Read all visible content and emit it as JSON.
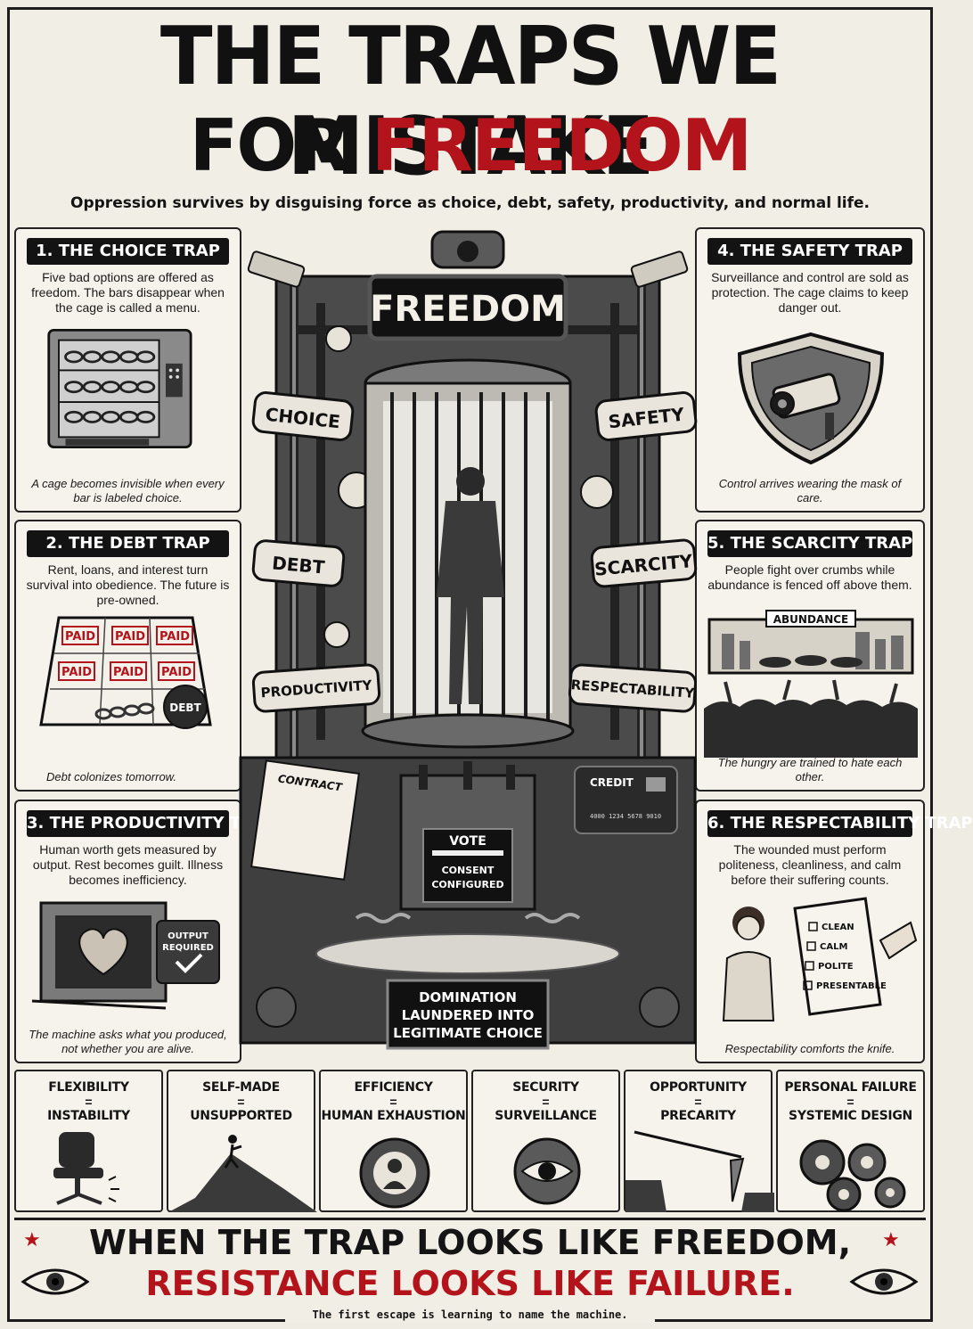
{
  "title": {
    "line1": "THE TRAPS WE MISTAKE",
    "line2_prefix": "FOR",
    "line2_highlight": "FREEDOM"
  },
  "subtitle": "Oppression survives by disguising force as choice, debt, safety, productivity, and normal life.",
  "panels": [
    {
      "heading": "1. THE CHOICE TRAP",
      "description": "Five bad options are offered as freedom. The bars disappear when the cage is called a menu.",
      "caption": "A cage becomes invisible when every bar is labeled choice."
    },
    {
      "heading": "2. THE DEBT TRAP",
      "description": "Rent, loans, and interest turn survival into obedience. The future is pre-owned.",
      "caption": "Debt colonizes tomorrow.",
      "art": {
        "stamp": "PAID",
        "ball": "DEBT"
      }
    },
    {
      "heading": "3. THE PRODUCTIVITY TRAP",
      "description": "Human worth gets measured by output. Rest becomes guilt. Illness becomes inefficiency.",
      "caption": "The machine asks what you produced, not whether you are alive.",
      "art": {
        "screen_line1": "OUTPUT",
        "screen_line2": "REQUIRED"
      }
    },
    {
      "heading": "4. THE SAFETY TRAP",
      "description": "Surveillance and control are sold as protection. The cage claims to keep danger out.",
      "caption": "Control arrives wearing the mask of care."
    },
    {
      "heading": "5. THE SCARCITY TRAP",
      "description": "People fight over crumbs while abundance is fenced off above them.",
      "caption": "The hungry are trained to hate each other.",
      "art": {
        "sign": "ABUNDANCE"
      }
    },
    {
      "heading": "6. THE RESPECTABILITY TRAP",
      "description": "The wounded must perform politeness, cleanliness, and calm before their suffering counts.",
      "caption": "Respectability comforts the knife.",
      "art": {
        "checklist": [
          "CLEAN",
          "CALM",
          "POLITE",
          "PRESENTABLE"
        ]
      }
    }
  ],
  "machine": {
    "sign": "FREEDOM",
    "pipes": [
      "CHOICE",
      "SAFETY",
      "DEBT",
      "SCARCITY",
      "PRODUCTIVITY",
      "RESPECTABILITY"
    ],
    "contract": "CONTRACT",
    "credit": {
      "label": "CREDIT",
      "number": "4000 1234 5678 9010"
    },
    "vote": {
      "label": "VOTE",
      "line1": "CONSENT",
      "line2": "CONFIGURED"
    },
    "plate": {
      "line1": "DOMINATION",
      "line2": "LAUNDERED INTO",
      "line3": "LEGITIMATE CHOICE"
    }
  },
  "equations": [
    {
      "left": "FLEXIBILITY",
      "eq": "=",
      "right": "INSTABILITY",
      "icon": "office-chair-icon"
    },
    {
      "left": "SELF-MADE",
      "eq": "=",
      "right": "UNSUPPORTED",
      "icon": "climber-icon"
    },
    {
      "left": "EFFICIENCY",
      "eq": "=",
      "right": "HUMAN EXHAUSTION",
      "icon": "gear-person-icon"
    },
    {
      "left": "SECURITY",
      "eq": "=",
      "right": "SURVEILLANCE",
      "icon": "eye-icon"
    },
    {
      "left": "OPPORTUNITY",
      "eq": "=",
      "right": "PRECARITY",
      "icon": "carrot-stick-icon"
    },
    {
      "left": "PERSONAL FAILURE",
      "eq": "=",
      "right": "SYSTEMIC DESIGN",
      "icon": "gears-icon"
    }
  ],
  "footer": {
    "line1": "WHEN THE TRAP LOOKS LIKE FREEDOM,",
    "line2": "RESISTANCE LOOKS LIKE FAILURE.",
    "tagline": "The first escape is learning to name the machine."
  },
  "colors": {
    "accent": "#b3141b",
    "ink": "#141414",
    "paper": "#f1eee6"
  }
}
